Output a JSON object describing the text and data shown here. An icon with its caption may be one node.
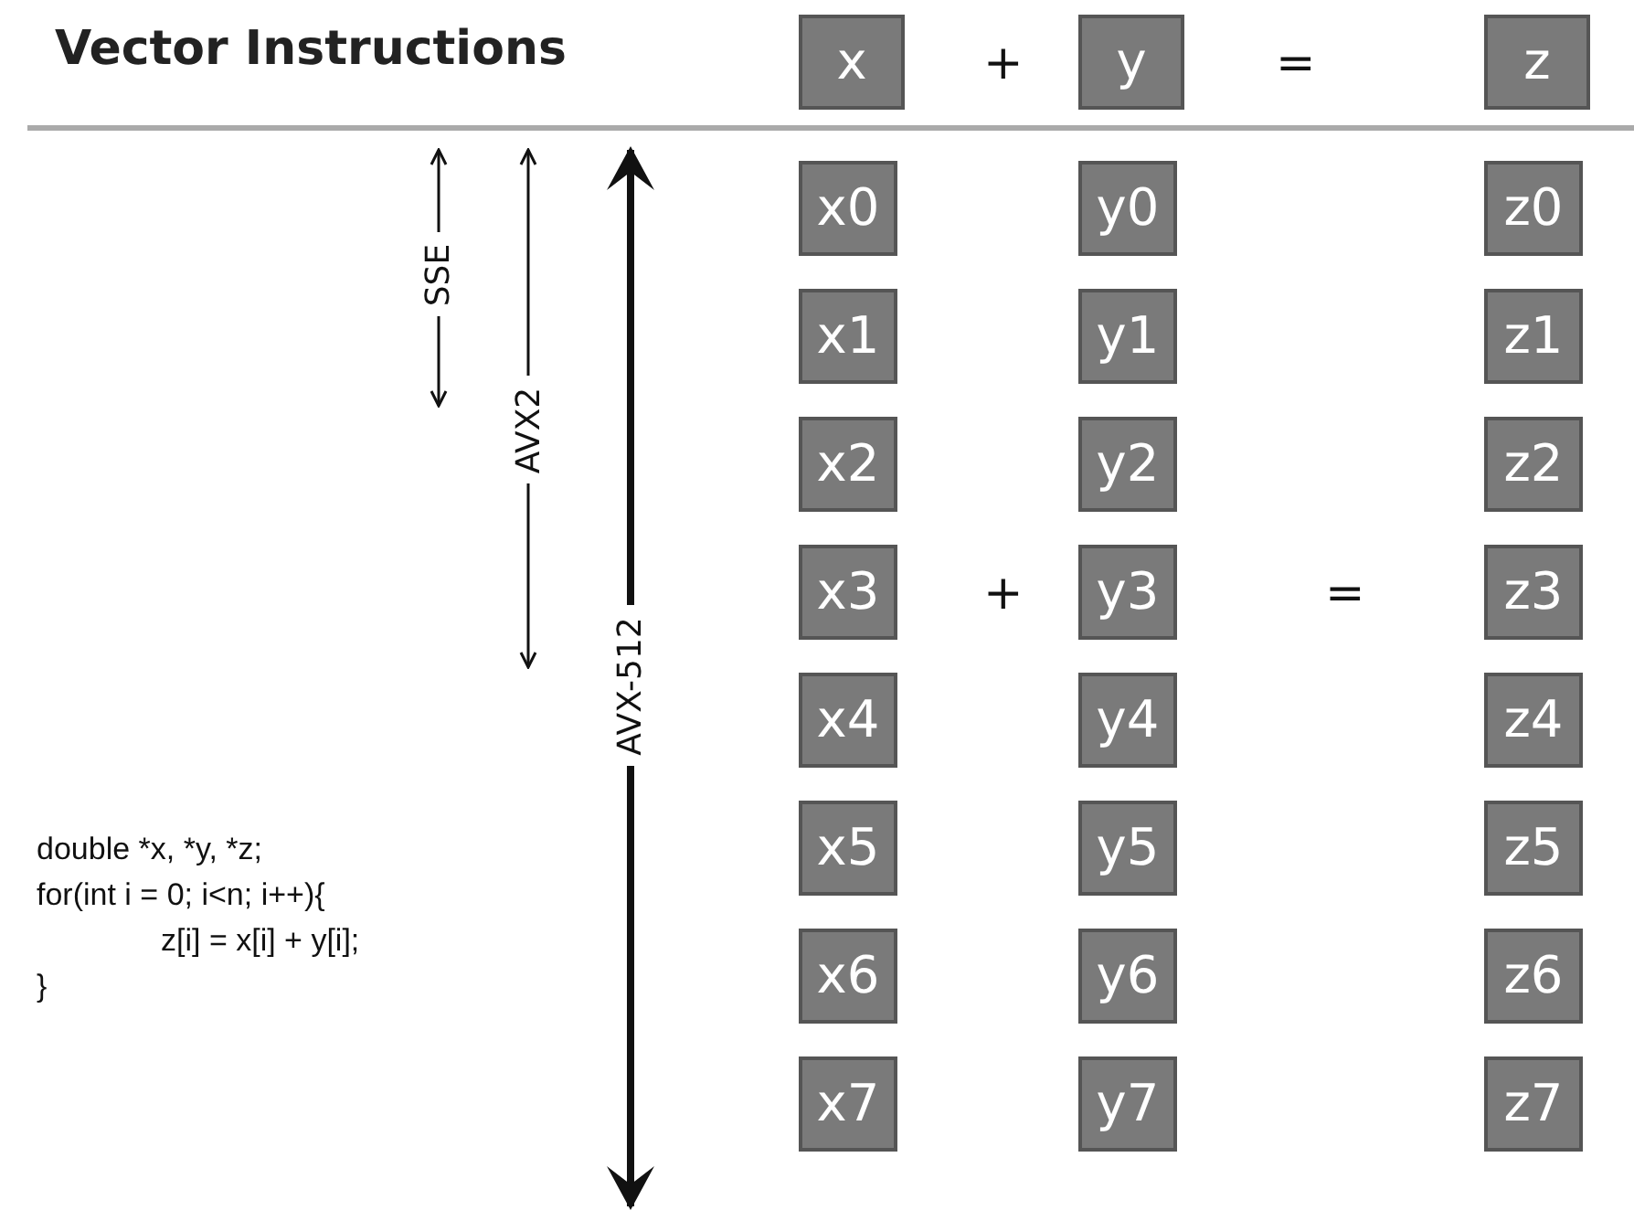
{
  "diagram": {
    "title": "Vector Instructions",
    "nodes": [
      {
        "text": [
          "x"
        ]
      },
      {
        "text": [
          "y"
        ]
      },
      {
        "text": [
          "z"
        ]
      },
      {
        "text": [
          "x0"
        ]
      },
      {
        "text": [
          "y0"
        ]
      },
      {
        "text": [
          "z0"
        ]
      },
      {
        "text": [
          "x1"
        ]
      },
      {
        "text": [
          "y1"
        ]
      },
      {
        "text": [
          "z1"
        ]
      },
      {
        "text": [
          "x2"
        ]
      },
      {
        "text": [
          "y2"
        ]
      },
      {
        "text": [
          "z2"
        ]
      },
      {
        "text": [
          "x3"
        ]
      },
      {
        "text": [
          "y3"
        ]
      },
      {
        "text": [
          "z3"
        ]
      },
      {
        "text": [
          "x4"
        ]
      },
      {
        "text": [
          "y4"
        ]
      },
      {
        "text": [
          "z4"
        ]
      },
      {
        "text": [
          "x5"
        ]
      },
      {
        "text": [
          "y5"
        ]
      },
      {
        "text": [
          "z5"
        ]
      },
      {
        "text": [
          "x6"
        ]
      },
      {
        "text": [
          "y6"
        ]
      },
      {
        "text": [
          "z6"
        ]
      },
      {
        "text": [
          "x7"
        ]
      },
      {
        "text": [
          "y7"
        ]
      },
      {
        "text": [
          "z7"
        ]
      }
    ],
    "labels": [
      "+",
      "=",
      "SSE",
      "AVX2",
      "+",
      "=",
      "AVX-512",
      "double *x, *y, *z;",
      "for(int i = 0; i<n; i++){",
      "z[i] = x[i] + y[i];",
      "}"
    ]
  }
}
